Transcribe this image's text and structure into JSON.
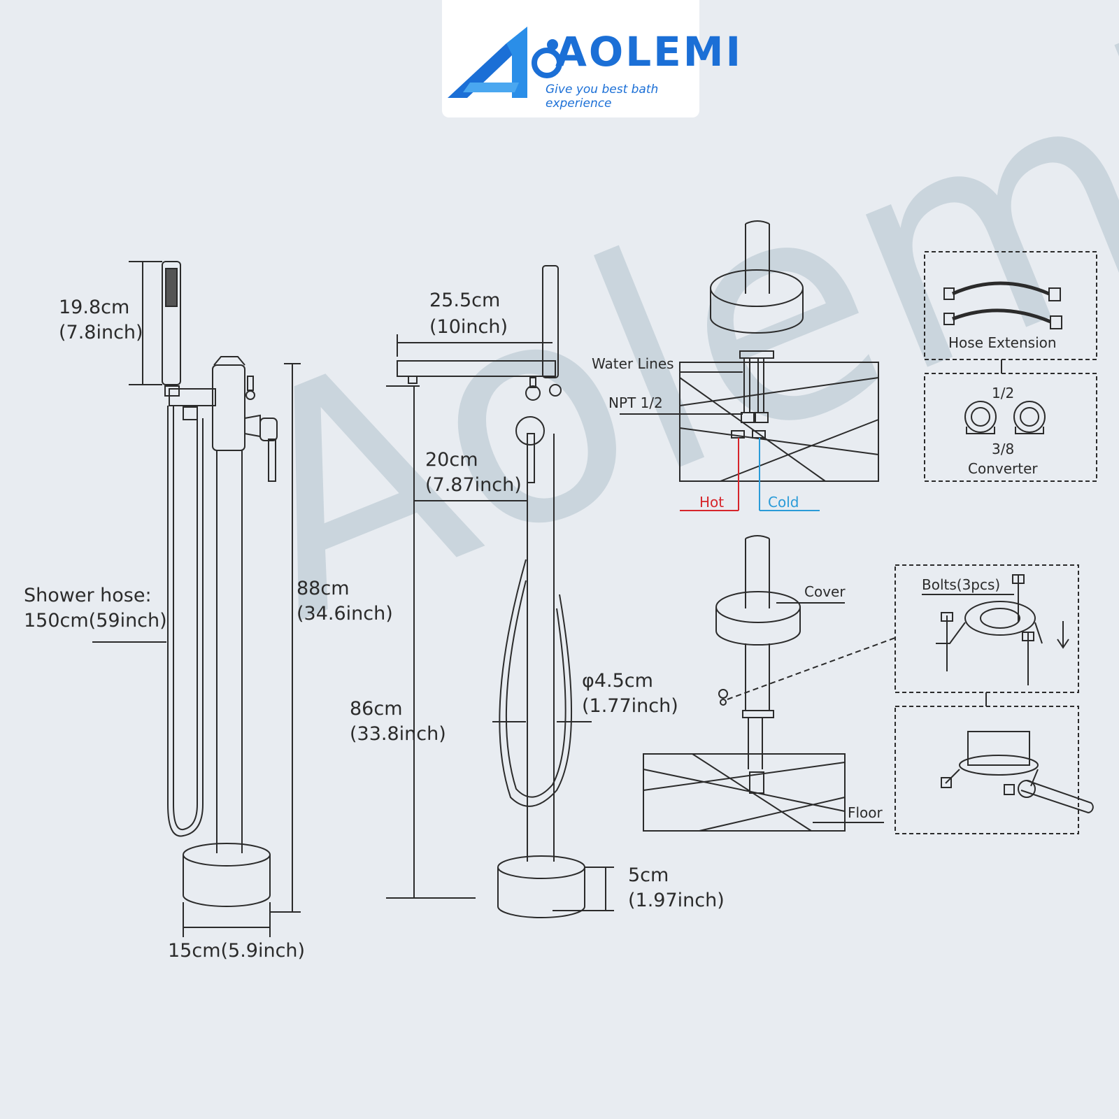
{
  "brand": {
    "name": "AOLEMI",
    "tagline": "Give you best bath experience",
    "watermark": "Aolemi",
    "blue": "#1b6fd6"
  },
  "dimensions": {
    "handshower_h_cm": "19.8cm",
    "handshower_h_in": "(7.8inch)",
    "hose_label": "Shower hose:",
    "hose_len": "150cm(59inch)",
    "total_h_cm": "88cm",
    "total_h_in": "(34.6inch)",
    "base_d": "15cm(5.9inch)",
    "spout_reach_cm": "25.5cm",
    "spout_reach_in": "(10inch)",
    "handle_cm": "20cm",
    "handle_in": "(7.87inch)",
    "spout_h_cm": "86cm",
    "spout_h_in": "(33.8inch)",
    "pipe_d_cm": "φ4.5cm",
    "pipe_d_in": "(1.77inch)",
    "base_h_cm": "5cm",
    "base_h_in": "(1.97inch)"
  },
  "install": {
    "water_lines": "Water Lines",
    "npt": "NPT 1/2",
    "hot": "Hot",
    "cold": "Cold",
    "hose_extension": "Hose Extension",
    "conv_top": "1/2",
    "conv_bottom": "3/8",
    "converter": "Converter",
    "cover": "Cover",
    "bolts": "Bolts(3pcs)",
    "floor": "Floor",
    "hot_color": "#d6242a",
    "cold_color": "#2a9bd8"
  }
}
